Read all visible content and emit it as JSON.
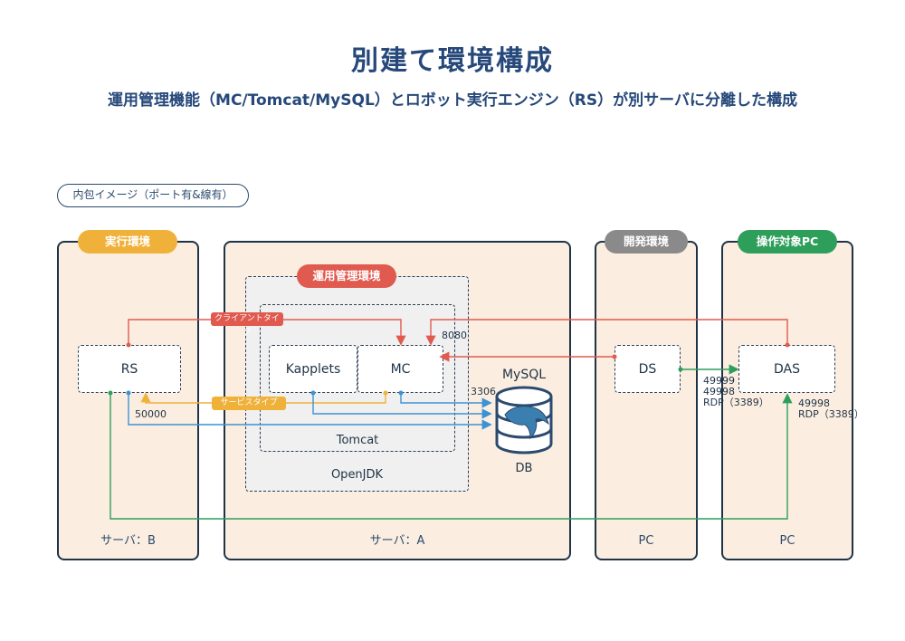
{
  "title": "別建て環境構成",
  "subtitle": "運用管理機能（MC/Tomcat/MySQL）とロボット実行エンジン（RS）が別サーバに分離した構成",
  "legend": "内包イメージ（ポート有&線有）",
  "panels": {
    "server_b": {
      "pill": "実行環境",
      "footer": "サーバ：B"
    },
    "server_a": {
      "footer": "サーバ：A"
    },
    "dev_pc": {
      "pill": "開発環境",
      "footer": "PC"
    },
    "target_pc": {
      "pill": "操作対象PC",
      "footer": "PC"
    }
  },
  "mgmt_env": {
    "pill": "運用管理環境",
    "openjdk": "OpenJDK",
    "tomcat": "Tomcat"
  },
  "nodes": {
    "rs": "RS",
    "kapplets": "Kapplets",
    "mc": "MC",
    "ds": "DS",
    "das": "DAS"
  },
  "db": {
    "name": "MySQL",
    "label": "DB",
    "port": "3306"
  },
  "ports": {
    "mc_port": "8080",
    "rs_port": "50000",
    "ds_das_1": "49999",
    "ds_das_2": "49998",
    "ds_das_3": "RDP（3389）",
    "rs_das_1": "49998",
    "rs_das_2": "RDP（3389）"
  },
  "tags": {
    "client_type": "クライアントタイプ",
    "service_type": "サービスタイプ"
  },
  "colors": {
    "red": "#e05a4f",
    "orange": "#f0b13a",
    "blue": "#3d92d4",
    "green": "#2e9e5b",
    "gray": "#8a8a8a",
    "navy": "#2c4a6e",
    "panel_bg": "#fbeee0",
    "mgmt_bg": "#f0f0f0"
  }
}
